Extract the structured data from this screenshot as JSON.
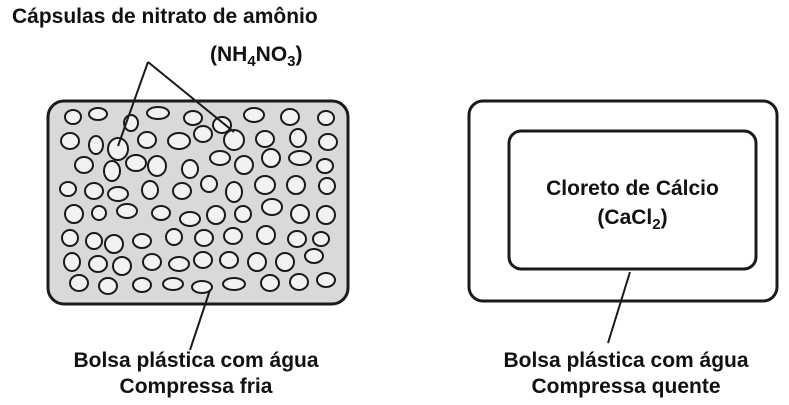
{
  "cold_pack": {
    "capsules_label": "Cápsulas de nitrato de amônio",
    "formula": {
      "p1": "(NH",
      "s1": "4",
      "p2": "NO",
      "s2": "3",
      "p3": ")"
    },
    "bag_label": "Bolsa plástica com água",
    "pack_name": "Compressa fria"
  },
  "hot_pack": {
    "compound_name": "Cloreto de Cálcio",
    "formula": {
      "p1": "(CaCl",
      "s1": "2",
      "p2": ")"
    },
    "bag_label": "Bolsa plástica com água",
    "pack_name": "Compressa quente"
  },
  "colors": {
    "bag_fill": "#d9d9d9",
    "stroke": "#1a1a1a",
    "capsule_fill": "#f2f2f2"
  }
}
